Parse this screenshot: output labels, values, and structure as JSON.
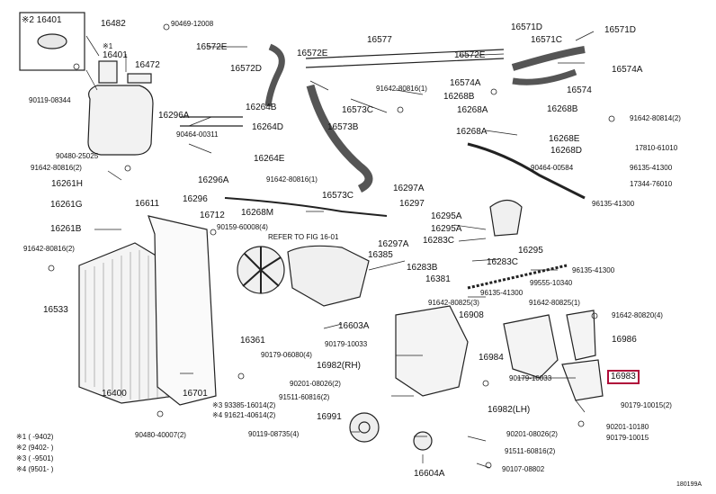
{
  "diagram": {
    "highlight_color": "#b00c3a",
    "parts": [
      {
        "id": "p01",
        "text": "※2 16401",
        "size": "big"
      },
      {
        "id": "p02",
        "text": "16482",
        "size": "big"
      },
      {
        "id": "p03",
        "text": "90469-12008",
        "size": "sm"
      },
      {
        "id": "p04",
        "text": "※1",
        "size": "sm"
      },
      {
        "id": "p05",
        "text": "16401",
        "size": "big"
      },
      {
        "id": "p06",
        "text": "16472",
        "size": "big"
      },
      {
        "id": "p07",
        "text": "16572E",
        "size": "big"
      },
      {
        "id": "p08",
        "text": "16572D",
        "size": "big"
      },
      {
        "id": "p09",
        "text": "16572E",
        "size": "big"
      },
      {
        "id": "p10",
        "text": "16577",
        "size": "big"
      },
      {
        "id": "p11",
        "text": "16571D",
        "size": "big"
      },
      {
        "id": "p12",
        "text": "16571C",
        "size": "big"
      },
      {
        "id": "p13",
        "text": "16571D",
        "size": "big"
      },
      {
        "id": "p14",
        "text": "16572E",
        "size": "big"
      },
      {
        "id": "p15",
        "text": "16574A",
        "size": "big"
      },
      {
        "id": "p16",
        "text": "16574A",
        "size": "big"
      },
      {
        "id": "p17",
        "text": "16574",
        "size": "big"
      },
      {
        "id": "p18",
        "text": "90119-08344",
        "size": "sm"
      },
      {
        "id": "p19",
        "text": "91642-80816(1)",
        "size": "sm"
      },
      {
        "id": "p20",
        "text": "16268B",
        "size": "big"
      },
      {
        "id": "p21",
        "text": "16268A",
        "size": "big"
      },
      {
        "id": "p22",
        "text": "16268B",
        "size": "big"
      },
      {
        "id": "p23",
        "text": "16296A",
        "size": "big"
      },
      {
        "id": "p24",
        "text": "16264B",
        "size": "big"
      },
      {
        "id": "p25",
        "text": "16573C",
        "size": "big"
      },
      {
        "id": "p26",
        "text": "91642-80814(2)",
        "size": "sm"
      },
      {
        "id": "p27",
        "text": "16264D",
        "size": "big"
      },
      {
        "id": "p28",
        "text": "16573B",
        "size": "big"
      },
      {
        "id": "p29",
        "text": "90464-00311",
        "size": "sm"
      },
      {
        "id": "p30",
        "text": "16268A",
        "size": "big"
      },
      {
        "id": "p31",
        "text": "16268E",
        "size": "big"
      },
      {
        "id": "p32",
        "text": "17810-61010",
        "size": "sm"
      },
      {
        "id": "p33",
        "text": "90480-25025",
        "size": "sm"
      },
      {
        "id": "p34",
        "text": "16264E",
        "size": "big"
      },
      {
        "id": "p35",
        "text": "16268D",
        "size": "big"
      },
      {
        "id": "p36",
        "text": "91642-80816(2)",
        "size": "sm"
      },
      {
        "id": "p37",
        "text": "90464-00584",
        "size": "sm"
      },
      {
        "id": "p38",
        "text": "96135-41300",
        "size": "sm"
      },
      {
        "id": "p39",
        "text": "16261H",
        "size": "big"
      },
      {
        "id": "p40",
        "text": "16296A",
        "size": "big"
      },
      {
        "id": "p41",
        "text": "91642-80816(1)",
        "size": "sm"
      },
      {
        "id": "p42",
        "text": "17344-76010",
        "size": "sm"
      },
      {
        "id": "p43",
        "text": "16296",
        "size": "big"
      },
      {
        "id": "p44",
        "text": "16297A",
        "size": "big"
      },
      {
        "id": "p45",
        "text": "16611",
        "size": "big"
      },
      {
        "id": "p46",
        "text": "16573C",
        "size": "big"
      },
      {
        "id": "p47",
        "text": "96135-41300",
        "size": "sm"
      },
      {
        "id": "p48",
        "text": "16261G",
        "size": "big"
      },
      {
        "id": "p49",
        "text": "16297",
        "size": "big"
      },
      {
        "id": "p50",
        "text": "16712",
        "size": "big"
      },
      {
        "id": "p51",
        "text": "16268M",
        "size": "big"
      },
      {
        "id": "p52",
        "text": "16295A",
        "size": "big"
      },
      {
        "id": "p53",
        "text": "16261B",
        "size": "big"
      },
      {
        "id": "p54",
        "text": "90159-60008(4)",
        "size": "sm"
      },
      {
        "id": "p55",
        "text": "16295A",
        "size": "big"
      },
      {
        "id": "p56",
        "text": "16283C",
        "size": "big"
      },
      {
        "id": "p57",
        "text": "REFER TO FIG 16-01",
        "size": "sm"
      },
      {
        "id": "p58",
        "text": "16297A",
        "size": "big"
      },
      {
        "id": "p59",
        "text": "91642-80816(2)",
        "size": "sm"
      },
      {
        "id": "p60",
        "text": "16295",
        "size": "big"
      },
      {
        "id": "p61",
        "text": "16385",
        "size": "big"
      },
      {
        "id": "p62",
        "text": "16283C",
        "size": "big"
      },
      {
        "id": "p63",
        "text": "16283B",
        "size": "big"
      },
      {
        "id": "p64",
        "text": "96135-41300",
        "size": "sm"
      },
      {
        "id": "p65",
        "text": "16381",
        "size": "big"
      },
      {
        "id": "p66",
        "text": "99555-10340",
        "size": "sm"
      },
      {
        "id": "p67",
        "text": "16533",
        "size": "big"
      },
      {
        "id": "p68",
        "text": "96135-41300",
        "size": "sm"
      },
      {
        "id": "p69",
        "text": "91642-80825(3)",
        "size": "sm"
      },
      {
        "id": "p70",
        "text": "91642-80825(1)",
        "size": "sm"
      },
      {
        "id": "p71",
        "text": "16908",
        "size": "big"
      },
      {
        "id": "p72",
        "text": "91642-80820(4)",
        "size": "sm"
      },
      {
        "id": "p73",
        "text": "16603A",
        "size": "big"
      },
      {
        "id": "p74",
        "text": "16361",
        "size": "big"
      },
      {
        "id": "p75",
        "text": "90179-10033",
        "size": "sm"
      },
      {
        "id": "p76",
        "text": "16986",
        "size": "big"
      },
      {
        "id": "p77",
        "text": "90179-06080(4)",
        "size": "sm"
      },
      {
        "id": "p78",
        "text": "16984",
        "size": "big"
      },
      {
        "id": "p79",
        "text": "16982(RH)",
        "size": "big"
      },
      {
        "id": "p80",
        "text": "90179-10033",
        "size": "sm"
      },
      {
        "id": "p81",
        "text": "16983",
        "size": "big",
        "highlight": true
      },
      {
        "id": "p82",
        "text": "90201-08026(2)",
        "size": "sm"
      },
      {
        "id": "p83",
        "text": "16400",
        "size": "big"
      },
      {
        "id": "p84",
        "text": "16701",
        "size": "big"
      },
      {
        "id": "p85",
        "text": "※3 93385-16014(2)",
        "size": "sm"
      },
      {
        "id": "p86",
        "text": "※4 91621-40614(2)",
        "size": "sm"
      },
      {
        "id": "p87",
        "text": "91511-60816(2)",
        "size": "sm"
      },
      {
        "id": "p88",
        "text": "16982(LH)",
        "size": "big"
      },
      {
        "id": "p89",
        "text": "90179-10015(2)",
        "size": "sm"
      },
      {
        "id": "p90",
        "text": "16991",
        "size": "big"
      },
      {
        "id": "p91",
        "text": "90201-10180",
        "size": "sm"
      },
      {
        "id": "p92",
        "text": "90480-40007(2)",
        "size": "sm"
      },
      {
        "id": "p93",
        "text": "90119-08735(4)",
        "size": "sm"
      },
      {
        "id": "p94",
        "text": "90201-08026(2)",
        "size": "sm"
      },
      {
        "id": "p95",
        "text": "90179-10015",
        "size": "sm"
      },
      {
        "id": "p96",
        "text": "91511-60816(2)",
        "size": "sm"
      },
      {
        "id": "p97",
        "text": "16604A",
        "size": "big"
      },
      {
        "id": "p98",
        "text": "90107-08802",
        "size": "sm"
      },
      {
        "id": "p99",
        "text": "180199A",
        "size": "xs"
      }
    ],
    "footnotes": [
      {
        "id": "f1",
        "text": "※1 (    -9402)"
      },
      {
        "id": "f2",
        "text": "※2 (9402-    )"
      },
      {
        "id": "f3",
        "text": "※3 (    -9501)"
      },
      {
        "id": "f4",
        "text": "※4 (9501-    )"
      }
    ]
  }
}
